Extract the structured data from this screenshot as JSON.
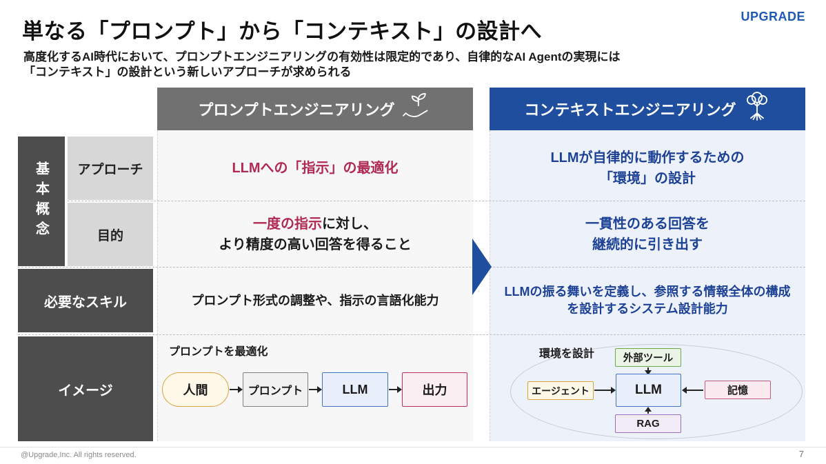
{
  "slide": {
    "title": "単なる「プロンプト」から「コンテキスト」の設計へ",
    "subtitle_line1": "高度化するAI時代において、プロンプトエンジニアリングの有効性は限定的であり、自律的なAI Agentの実現には",
    "subtitle_line2": "「コンテキスト」の設計という新しいアプローチが求められる",
    "logo_text": "UPGRADE",
    "footer_copyright": "@Upgrade,Inc. All rights reserved.",
    "page_number": "7"
  },
  "comparison": {
    "left_header": "プロンプトエンジニアリング",
    "right_header": "コンテキストエンジニアリング",
    "left_header_icon": "hand-sprout-icon",
    "right_header_icon": "tree-roots-icon",
    "row_group_label": "基本概念",
    "row_labels": {
      "approach": "アプローチ",
      "purpose": "目的",
      "skill": "必要なスキル",
      "image": "イメージ"
    },
    "cells": {
      "approach_left": "LLMへの「指示」の最適化",
      "approach_right_line1": "LLMが自律的に動作するための",
      "approach_right_line2": "「環境」の設計",
      "purpose_left_emphasis": "一度の指示",
      "purpose_left_line1_rest": "に対し、",
      "purpose_left_line2": "より精度の高い回答を得ること",
      "purpose_right_line1": "一貫性のある回答を",
      "purpose_right_line2": "継続的に引き出す",
      "skill_left": "プロンプト形式の調整や、指示の言語化能力",
      "skill_right_line1": "LLMの振る舞いを定義し、参照する情報全体の構成",
      "skill_right_line2": "を設計するシステム設計能力"
    }
  },
  "diagram_left": {
    "caption": "プロンプトを最適化",
    "nodes": [
      {
        "label": "人間",
        "border": "#d9a43c",
        "fill": "#fdf8e8"
      },
      {
        "label": "プロンプト",
        "border": "#808080",
        "fill": "#f1f1f1"
      },
      {
        "label": "LLM",
        "border": "#4472c4",
        "fill": "#e9effa"
      },
      {
        "label": "出力",
        "border": "#c22f5a",
        "fill": "#faeef2"
      }
    ]
  },
  "diagram_right": {
    "caption": "環境を設計",
    "top": {
      "label": "外部ツール",
      "border": "#6aa84f",
      "fill": "#ebf4e7"
    },
    "left": {
      "label": "エージェント",
      "border": "#d9a43c",
      "fill": "#fdf8e8"
    },
    "center": {
      "label": "LLM",
      "border": "#4472c4",
      "fill": "#e9effa"
    },
    "right": {
      "label": "記憶",
      "border": "#c25d7f",
      "fill": "#fbeaf0"
    },
    "bottom": {
      "label": "RAG",
      "border": "#9a6fc0",
      "fill": "#f2ecf8"
    }
  },
  "colors": {
    "header_gray": "#717171",
    "header_blue": "#1e4e9d",
    "accent_red": "#b02a52",
    "accent_blue_text": "#1d4195",
    "sidebar_dark": "#4d4d4d",
    "sidebar_light": "#d7d7d7",
    "left_col_bg": "#f7f7f8",
    "right_col_bg": "#edf2fa",
    "logo_blue": "#1e5ab4"
  }
}
